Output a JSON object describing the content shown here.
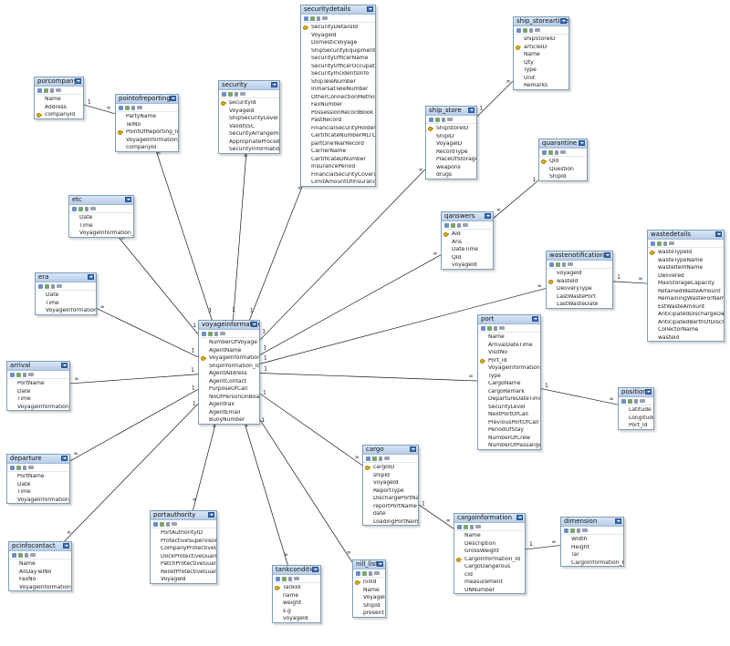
{
  "tables": [
    {
      "name": "porcompany",
      "columns": [
        {
          "label": "Name"
        },
        {
          "label": "Address"
        },
        {
          "label": "companyId",
          "key": true
        }
      ]
    },
    {
      "name": "pointofreporting",
      "columns": [
        {
          "label": "PartyName"
        },
        {
          "label": "TelNo"
        },
        {
          "label": "PointOfReporting_Id",
          "key": true
        },
        {
          "label": "VoyageInformation_Id"
        },
        {
          "label": "companyId"
        }
      ]
    },
    {
      "name": "security",
      "columns": [
        {
          "label": "securityId",
          "key": true
        },
        {
          "label": "VoyageId"
        },
        {
          "label": "ShipSecurityLevel"
        },
        {
          "label": "ValidISSC"
        },
        {
          "label": "SecurityArrangements"
        },
        {
          "label": "AppropriateProcedure"
        },
        {
          "label": "SecurityInformation"
        }
      ]
    },
    {
      "name": "securitydetails",
      "columns": [
        {
          "label": "SecurityDetailsId",
          "key": true
        },
        {
          "label": "VoyageId"
        },
        {
          "label": "DomesticVoyage"
        },
        {
          "label": "ShipSecurityEquipment"
        },
        {
          "label": "SecurityOfficerName"
        },
        {
          "label": "SecurityOfficerOccupation"
        },
        {
          "label": "SecurityIncidentsInfo"
        },
        {
          "label": "ShipTeleNumber"
        },
        {
          "label": "InmarsatTeleNumber"
        },
        {
          "label": "OtherConnectionMethod"
        },
        {
          "label": "FaxNumber"
        },
        {
          "label": "PossessionRecordBook"
        },
        {
          "label": "PastRecord"
        },
        {
          "label": "FinancialSecurityHolder"
        },
        {
          "label": "CertificateNumberMLTOrCLC"
        },
        {
          "label": "partOneYearRecord"
        },
        {
          "label": "CarrierName"
        },
        {
          "label": "CertificateDNumber"
        },
        {
          "label": "InsurancePeriod"
        },
        {
          "label": "FinancialSecurityCoverage"
        },
        {
          "label": "LimitAmountOfInsurance"
        }
      ]
    },
    {
      "name": "ship_storearticles",
      "columns": [
        {
          "label": "shipStoreID"
        },
        {
          "label": "articleID",
          "key": true
        },
        {
          "label": "Name"
        },
        {
          "label": "Qty"
        },
        {
          "label": "Type"
        },
        {
          "label": "Unit"
        },
        {
          "label": "Remarks"
        }
      ]
    },
    {
      "name": "ship_store",
      "columns": [
        {
          "label": "ShipStoreID",
          "key": true
        },
        {
          "label": "ShipID"
        },
        {
          "label": "VoyageID"
        },
        {
          "label": "RecordType"
        },
        {
          "label": "PlaceOfStorage"
        },
        {
          "label": "weapons"
        },
        {
          "label": "drugs"
        }
      ]
    },
    {
      "name": "quarantine",
      "columns": [
        {
          "label": "QId",
          "key": true
        },
        {
          "label": "Question"
        },
        {
          "label": "ShipId"
        }
      ]
    },
    {
      "name": "etc",
      "columns": [
        {
          "label": "Date"
        },
        {
          "label": "Time"
        },
        {
          "label": "VoyageInformation_Id"
        }
      ]
    },
    {
      "name": "qanswers",
      "columns": [
        {
          "label": "AId",
          "key": true
        },
        {
          "label": "Ans"
        },
        {
          "label": "DateTime"
        },
        {
          "label": "QId"
        },
        {
          "label": "voyageId"
        }
      ]
    },
    {
      "name": "wastedetails",
      "columns": [
        {
          "label": "wasteTypeId",
          "key": true
        },
        {
          "label": "wasteTypeName"
        },
        {
          "label": "wasteItemName"
        },
        {
          "label": "Delivered"
        },
        {
          "label": "MaxStorageCapacity"
        },
        {
          "label": "RetainedWasteAmount"
        },
        {
          "label": "RemainingWasteForName"
        },
        {
          "label": "EstWasteAmount"
        },
        {
          "label": "AnticipatedDischargeDate"
        },
        {
          "label": "AnticipatedBerthOfDischarge"
        },
        {
          "label": "CollectorName"
        },
        {
          "label": "wasteId"
        }
      ]
    },
    {
      "name": "era",
      "columns": [
        {
          "label": "Date"
        },
        {
          "label": "Time"
        },
        {
          "label": "VoyageInformation_Id"
        }
      ]
    },
    {
      "name": "wastenotification",
      "columns": [
        {
          "label": "voyageId"
        },
        {
          "label": "wasteId",
          "key": true
        },
        {
          "label": "DeliveryType"
        },
        {
          "label": "LastWastePort"
        },
        {
          "label": "LastWasteDate"
        }
      ]
    },
    {
      "name": "voyageinformation",
      "columns": [
        {
          "label": "NumberOfVoyage"
        },
        {
          "label": "AgentName"
        },
        {
          "label": "VoyageInformation_Id",
          "key": true
        },
        {
          "label": "ShipInformation_Id"
        },
        {
          "label": "AgentAddress"
        },
        {
          "label": "AgentContact"
        },
        {
          "label": "PurposeOfCall"
        },
        {
          "label": "NoOfPersonOnBoard"
        },
        {
          "label": "AgentFax"
        },
        {
          "label": "AgentEmail"
        },
        {
          "label": "BuoyNumber"
        }
      ]
    },
    {
      "name": "port",
      "columns": [
        {
          "label": "Name"
        },
        {
          "label": "ArrivalDateTime"
        },
        {
          "label": "VisitNo"
        },
        {
          "label": "Port_Id",
          "key": true
        },
        {
          "label": "VoyageInformation_Id"
        },
        {
          "label": "Type"
        },
        {
          "label": "CargoName"
        },
        {
          "label": "cargoRemark"
        },
        {
          "label": "DepartureDateTime"
        },
        {
          "label": "SecurityLevel"
        },
        {
          "label": "NextPortOfCall"
        },
        {
          "label": "PreviousPortOfCall"
        },
        {
          "label": "PeriodOfStay"
        },
        {
          "label": "NumberOfCrew"
        },
        {
          "label": "NumberOfPassanger"
        }
      ]
    },
    {
      "name": "arrival",
      "columns": [
        {
          "label": "PortName"
        },
        {
          "label": "Date"
        },
        {
          "label": "Time"
        },
        {
          "label": "VoyageInformation_Id"
        }
      ]
    },
    {
      "name": "position",
      "columns": [
        {
          "label": "Latitude"
        },
        {
          "label": "Longitude"
        },
        {
          "label": "Port_Id"
        }
      ]
    },
    {
      "name": "departure",
      "columns": [
        {
          "label": "PortName"
        },
        {
          "label": "Date"
        },
        {
          "label": "Time"
        },
        {
          "label": "VoyageInformation_Id"
        }
      ]
    },
    {
      "name": "cargo",
      "columns": [
        {
          "label": "cargoID",
          "key": true
        },
        {
          "label": "shipId"
        },
        {
          "label": "voyageId"
        },
        {
          "label": "ReportType"
        },
        {
          "label": "DischargePortName"
        },
        {
          "label": "reportPortName"
        },
        {
          "label": "date"
        },
        {
          "label": "LoadingPortName"
        }
      ]
    },
    {
      "name": "portauthority",
      "columns": [
        {
          "label": "PortAuthorityID"
        },
        {
          "label": "ProtectiveSupervisor"
        },
        {
          "label": "CompanyProtectiveGuard"
        },
        {
          "label": "DockProtectiveGuard"
        },
        {
          "label": "PatchProtectiveGuard"
        },
        {
          "label": "ReliefProtectiveGuard"
        },
        {
          "label": "VoyageId"
        }
      ]
    },
    {
      "name": "cargoinformation",
      "columns": [
        {
          "label": "Name"
        },
        {
          "label": "Description"
        },
        {
          "label": "GrossWeight"
        },
        {
          "label": "CargoInformation_Id",
          "key": true
        },
        {
          "label": "CargoDangerous"
        },
        {
          "label": "cId"
        },
        {
          "label": "measurement"
        },
        {
          "label": "UNNumber"
        }
      ]
    },
    {
      "name": "dimension",
      "columns": [
        {
          "label": "Width"
        },
        {
          "label": "Height"
        },
        {
          "label": "Tal"
        },
        {
          "label": "CargoInformation_Id"
        }
      ]
    },
    {
      "name": "pcinfocontact",
      "columns": [
        {
          "label": "Name"
        },
        {
          "label": "AllDayTelNo"
        },
        {
          "label": "FaxNo"
        },
        {
          "label": "VoyageInformation_Id"
        }
      ]
    },
    {
      "name": "tankcondition",
      "columns": [
        {
          "label": "TankId",
          "key": true
        },
        {
          "label": "name"
        },
        {
          "label": "weight"
        },
        {
          "label": "s.g"
        },
        {
          "label": "voyageId"
        }
      ]
    },
    {
      "name": "nill_list",
      "columns": [
        {
          "label": "nillId",
          "key": true
        },
        {
          "label": "Name"
        },
        {
          "label": "VoyageId"
        },
        {
          "label": "ShipId"
        },
        {
          "label": "present"
        }
      ]
    }
  ],
  "relationships": [
    {
      "from": "porcompany",
      "to": "pointofreporting",
      "from_card": "1",
      "to_card": "∞"
    },
    {
      "from": "voyageinformation",
      "to": "pointofreporting",
      "from_card": "1",
      "to_card": "∞"
    },
    {
      "from": "voyageinformation",
      "to": "security",
      "from_card": "1",
      "to_card": "∞"
    },
    {
      "from": "voyageinformation",
      "to": "securitydetails",
      "from_card": "1",
      "to_card": "∞"
    },
    {
      "from": "ship_store",
      "to": "ship_storearticles",
      "from_card": "1",
      "to_card": "∞"
    },
    {
      "from": "voyageinformation",
      "to": "ship_store",
      "from_card": "1",
      "to_card": "∞"
    },
    {
      "from": "quarantine",
      "to": "qanswers",
      "from_card": "1",
      "to_card": "∞"
    },
    {
      "from": "voyageinformation",
      "to": "qanswers",
      "from_card": "1",
      "to_card": "∞"
    },
    {
      "from": "voyageinformation",
      "to": "etc",
      "from_card": "1",
      "to_card": "∞"
    },
    {
      "from": "voyageinformation",
      "to": "era",
      "from_card": "1",
      "to_card": "∞"
    },
    {
      "from": "voyageinformation",
      "to": "arrival",
      "from_card": "1",
      "to_card": "∞"
    },
    {
      "from": "voyageinformation",
      "to": "departure",
      "from_card": "1",
      "to_card": "∞"
    },
    {
      "from": "voyageinformation",
      "to": "pcinfocontact",
      "from_card": "1",
      "to_card": "∞"
    },
    {
      "from": "voyageinformation",
      "to": "wastenotification",
      "from_card": "1",
      "to_card": "∞"
    },
    {
      "from": "wastenotification",
      "to": "wastedetails",
      "from_card": "1",
      "to_card": "∞"
    },
    {
      "from": "voyageinformation",
      "to": "port",
      "from_card": "1",
      "to_card": "∞"
    },
    {
      "from": "port",
      "to": "position",
      "from_card": "1",
      "to_card": "∞"
    },
    {
      "from": "voyageinformation",
      "to": "cargo",
      "from_card": "1",
      "to_card": "∞"
    },
    {
      "from": "cargo",
      "to": "cargoinformation",
      "from_card": "1",
      "to_card": "∞"
    },
    {
      "from": "cargoinformation",
      "to": "dimension",
      "from_card": "1",
      "to_card": "∞"
    },
    {
      "from": "voyageinformation",
      "to": "portauthority",
      "from_card": "1",
      "to_card": "∞"
    },
    {
      "from": "voyageinformation",
      "to": "tankcondition",
      "from_card": "1",
      "to_card": "∞"
    },
    {
      "from": "voyageinformation",
      "to": "nill_list",
      "from_card": "1",
      "to_card": "∞"
    }
  ],
  "colors": {
    "header": "#c8d8ee",
    "border": "#7f9db9",
    "line": "#1a1a1a",
    "key": "#e0b21e"
  }
}
